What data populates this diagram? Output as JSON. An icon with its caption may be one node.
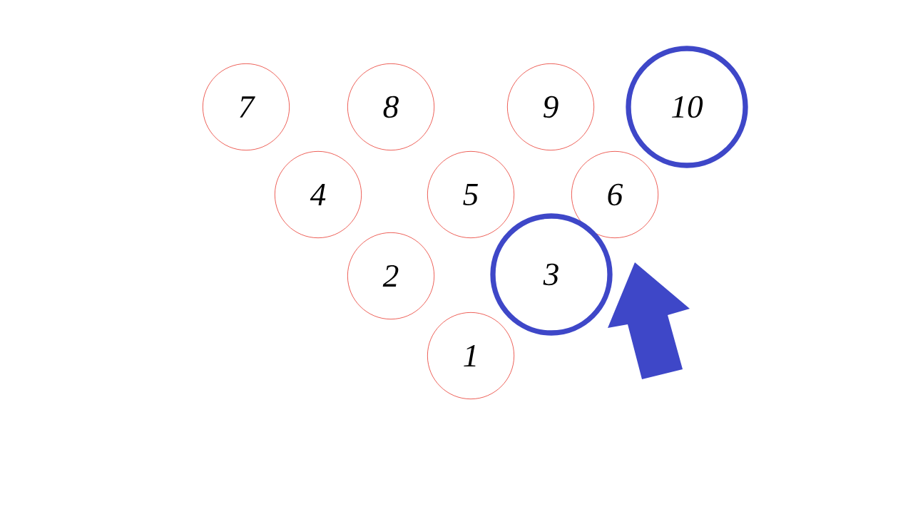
{
  "diagram": {
    "nodes": [
      {
        "text": [
          "7"
        ]
      },
      {
        "text": [
          "8"
        ]
      },
      {
        "text": [
          "9"
        ]
      },
      {
        "text": [
          "10"
        ]
      },
      {
        "text": [
          "4"
        ]
      },
      {
        "text": [
          "5"
        ]
      },
      {
        "text": [
          "6"
        ]
      },
      {
        "text": [
          "2"
        ]
      },
      {
        "text": [
          "3"
        ]
      },
      {
        "text": [
          "1"
        ]
      }
    ]
  }
}
